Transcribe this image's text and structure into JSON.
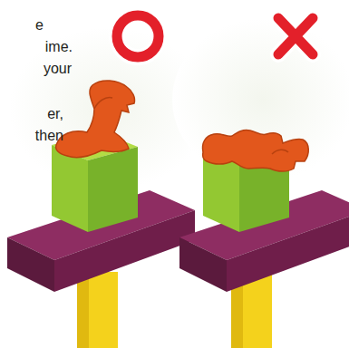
{
  "diagram": {
    "labels": [
      "e",
      "ime.",
      "your",
      "er,",
      "then"
    ]
  }
}
